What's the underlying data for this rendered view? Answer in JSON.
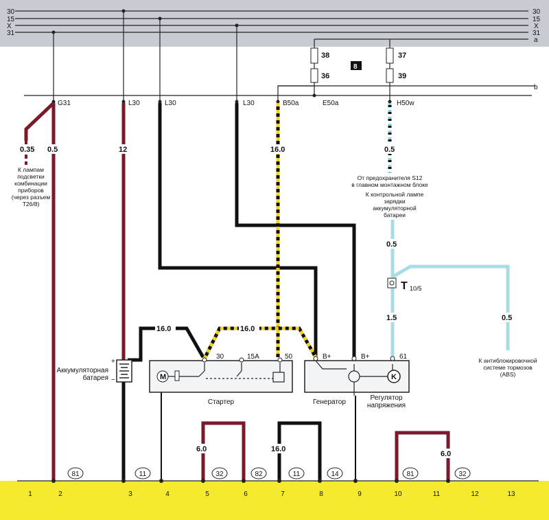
{
  "bus_labels": {
    "l30": "30",
    "l15": "15",
    "lx": "X",
    "l31": "31",
    "la": "a",
    "lb": "b"
  },
  "fuse_numbers": {
    "f38": "38",
    "f37": "37",
    "f36": "36",
    "f39": "39",
    "relay": "8"
  },
  "terminals": {
    "g31": "G31",
    "l30a": "L30",
    "l30b": "L30",
    "l30c": "L30",
    "b50a": "B50a",
    "e50a": "E50a",
    "h50w": "H50w"
  },
  "wire_gauges": {
    "w035": "0.35",
    "w05a": "0.5",
    "w12": "12",
    "w16a": "16.0",
    "w05b": "0.5",
    "w05c": "0.5",
    "w15": "1.5",
    "w05d": "0.5",
    "w16b": "16.0",
    "w16c": "16.0",
    "w60a": "6.0",
    "w16d": "16.0",
    "w60b": "6.0"
  },
  "notes": {
    "lamps": [
      "К лампам",
      "подсветки",
      "комбинации",
      "приборов",
      "(через разъем",
      "Т26/8)"
    ],
    "s12": [
      "От предохранителя S12",
      "в главном монтажном блоке"
    ],
    "charge_lamp": [
      "К контрольной лампе",
      "зарядки",
      "аккумуляторной",
      "батареи"
    ],
    "abs": [
      "К антиблокировочной",
      "системе тормозов",
      "(ABS)"
    ]
  },
  "connector": {
    "name": "T",
    "sub": "10/5"
  },
  "components": {
    "battery": [
      "Аккумуляторная",
      "батарея"
    ],
    "plus": "+",
    "minus": "−",
    "starter": "Стартер",
    "generator": "Генератор",
    "regulator": [
      "Регулятор",
      "напряжения"
    ],
    "motor_symbol": "M",
    "regulator_symbol": "K"
  },
  "component_terminals": {
    "t30": "30",
    "t15a": "15A",
    "t50": "50",
    "tb1": "B+",
    "tb2": "B+",
    "t61": "61"
  },
  "ground_points": {
    "g81a": "81",
    "g11a": "11",
    "g32a": "32",
    "g82": "82",
    "g11b": "11",
    "g14": "14",
    "g81b": "81",
    "g32b": "32"
  },
  "positions": [
    "1",
    "2",
    "3",
    "4",
    "5",
    "6",
    "7",
    "8",
    "9",
    "10",
    "11",
    "12",
    "13"
  ],
  "colors": {
    "bus_band": "#c8ccd2",
    "ground_band": "#f6ea2e",
    "red_wire": "#7a1a2a",
    "black_wire": "#111111",
    "yellow_stripe": "#f2d21c",
    "cyan_wire": "#86d4e2",
    "pale_cyan_wire": "#a8dde6"
  }
}
